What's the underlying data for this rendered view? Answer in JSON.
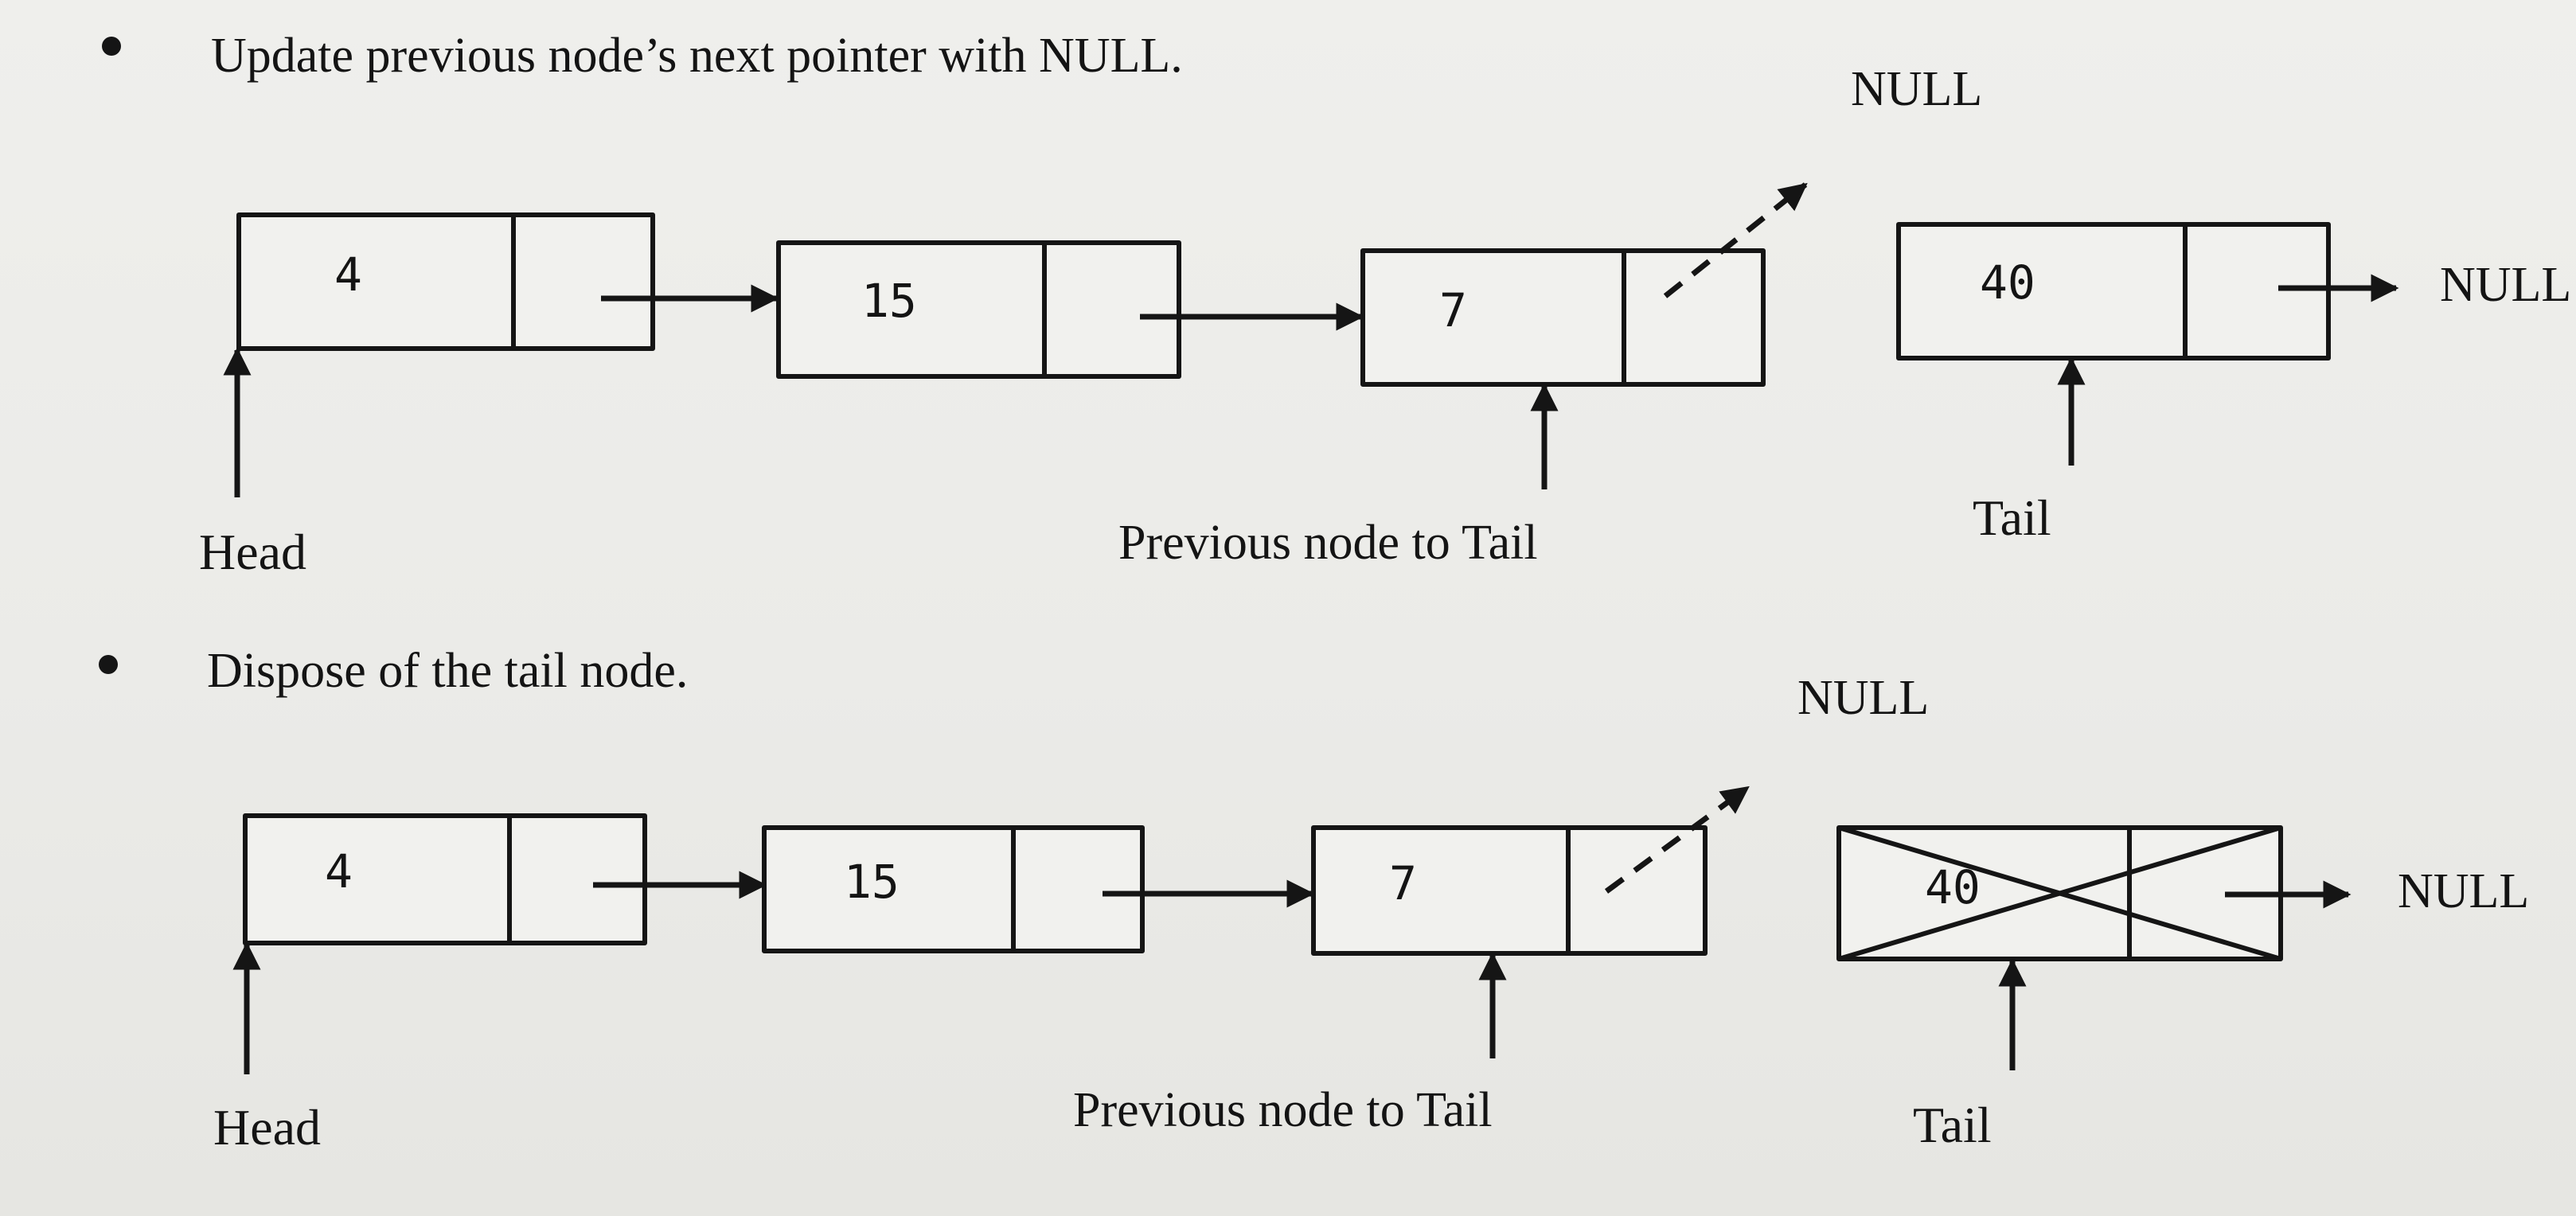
{
  "steps": [
    {
      "text": "Update previous node’s next pointer with NULL.",
      "nodes": [
        {
          "value": "4"
        },
        {
          "value": "15"
        },
        {
          "value": "7"
        },
        {
          "value": "40",
          "disposed": false
        }
      ],
      "labels": {
        "head": "Head",
        "previous": "Previous node to Tail",
        "tail": "Tail",
        "null_top": "NULL",
        "null_right": "NULL"
      }
    },
    {
      "text": "Dispose of the tail node.",
      "nodes": [
        {
          "value": "4"
        },
        {
          "value": "15"
        },
        {
          "value": "7"
        },
        {
          "value": "40",
          "disposed": true
        }
      ],
      "labels": {
        "head": "Head",
        "previous": "Previous node to Tail",
        "tail": "Tail",
        "null_top": "NULL",
        "null_right": "NULL"
      }
    }
  ]
}
